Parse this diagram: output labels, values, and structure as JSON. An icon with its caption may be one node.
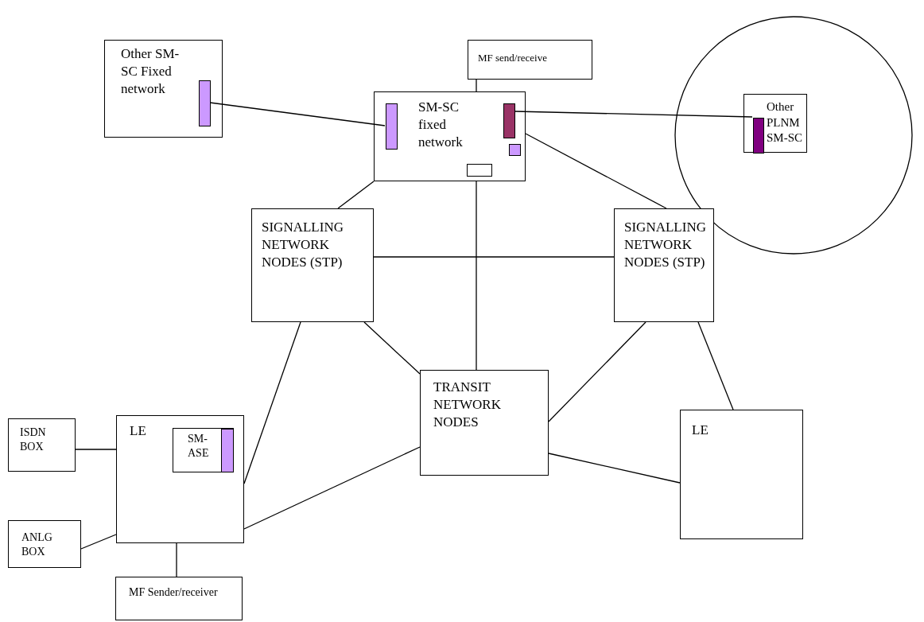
{
  "diagram": {
    "nodes": [
      {
        "text": [
          "Other SM-SC Fixed network"
        ]
      },
      {
        "text": [],
        "shape": "bar",
        "in": 0
      },
      {
        "text": [
          "MF send/receive"
        ]
      },
      {
        "text": [
          "SM-SC fixed network"
        ]
      },
      {
        "text": [],
        "shape": "bar",
        "in": 3
      },
      {
        "text": [],
        "shape": "bar",
        "in": 3
      },
      {
        "text": [],
        "shape": "box",
        "in": 3
      },
      {
        "text": [],
        "shape": "box",
        "in": 3
      },
      {
        "text": [],
        "shape": "circle"
      },
      {
        "text": [
          "Other PLNM SM-SC"
        ],
        "in": 8
      },
      {
        "text": [],
        "shape": "bar",
        "in": 9
      },
      {
        "text": [
          "SIGNALLING NETWORK NODES (STP)"
        ]
      },
      {
        "text": [
          "SIGNALLING NETWORK NODES (STP)"
        ]
      },
      {
        "text": [
          "TRANSIT NETWORK NODES"
        ]
      },
      {
        "text": [
          "ISDN BOX"
        ]
      },
      {
        "text": [
          "LE"
        ]
      },
      {
        "text": [
          "SM-ASE"
        ],
        "in": 15
      },
      {
        "text": [],
        "shape": "bar",
        "in": 16
      },
      {
        "text": [
          "ANLG BOX"
        ]
      },
      {
        "text": [
          "MF Sender/receiver"
        ]
      },
      {
        "text": [
          "LE"
        ]
      }
    ],
    "edges": [
      {
        "from": 1,
        "to": 4,
        "arrow": "none"
      },
      {
        "from": 2,
        "to": 3,
        "arrow": "none"
      },
      {
        "from": 5,
        "to": 10,
        "arrow": "none"
      },
      {
        "from": 3,
        "to": 11,
        "arrow": "none"
      },
      {
        "from": 3,
        "to": 13,
        "arrow": "none"
      },
      {
        "from": 3,
        "to": 12,
        "arrow": "none"
      },
      {
        "from": 11,
        "to": 12,
        "arrow": "none"
      },
      {
        "from": 11,
        "to": 13,
        "arrow": "none"
      },
      {
        "from": 11,
        "to": 15,
        "arrow": "none"
      },
      {
        "from": 12,
        "to": 13,
        "arrow": "none"
      },
      {
        "from": 12,
        "to": 20,
        "arrow": "none"
      },
      {
        "from": 13,
        "to": 15,
        "arrow": "none"
      },
      {
        "from": 13,
        "to": 20,
        "arrow": "none"
      },
      {
        "from": 14,
        "to": 15,
        "arrow": "none"
      },
      {
        "from": 18,
        "to": 15,
        "arrow": "none"
      },
      {
        "from": 15,
        "to": 19,
        "arrow": "none"
      }
    ]
  }
}
